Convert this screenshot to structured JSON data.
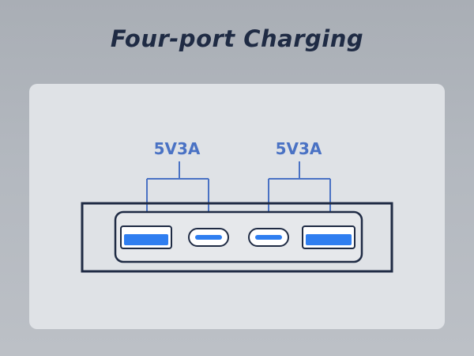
{
  "title": "Four-port Charging",
  "port_groups": [
    {
      "label": "5V3A"
    },
    {
      "label": "5V3A"
    }
  ],
  "ports": [
    {
      "type": "usb-a",
      "icon": "usb-a-port-icon"
    },
    {
      "type": "usb-c",
      "icon": "usb-c-port-icon"
    },
    {
      "type": "usb-c",
      "icon": "usb-c-port-icon"
    },
    {
      "type": "usb-a",
      "icon": "usb-a-port-icon"
    }
  ],
  "colors": {
    "title": "#1f2b44",
    "accent_blue": "#2f7ef0",
    "label_blue": "#4a72c4",
    "outline": "#1f2b44",
    "panel": "#dfe2e6"
  }
}
